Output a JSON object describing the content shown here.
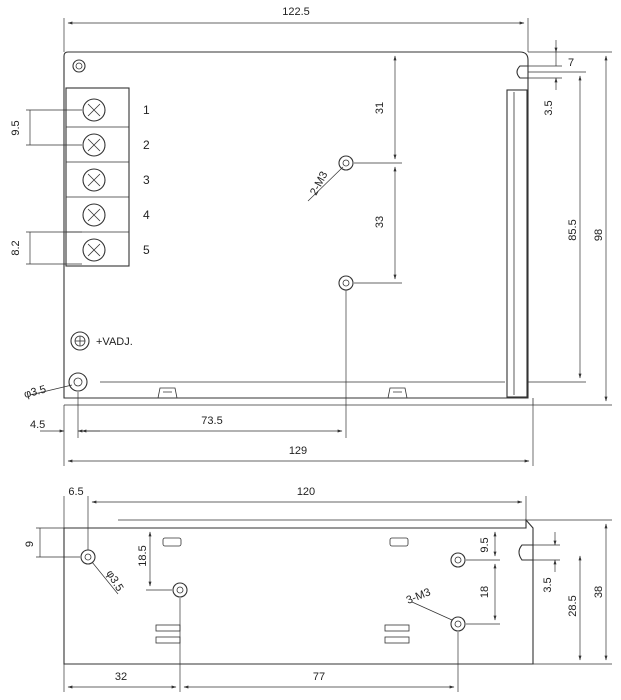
{
  "colors": {
    "line": "#333333",
    "background": "#ffffff"
  },
  "top_view": {
    "dims": {
      "overall_width": "122.5",
      "base_width": "129",
      "hole_offset_x": "4.5",
      "hole_to_screw_x": "73.5",
      "height_total": "98",
      "height_inner": "85.5",
      "slot_offset": "7",
      "slot_width": "3.5",
      "screw_top": "31",
      "screw_spacing": "33",
      "terminal_pitch": "9.5",
      "terminal_pitch_bottom": "8.2"
    },
    "terminals": [
      "1",
      "2",
      "3",
      "4",
      "5"
    ],
    "labels": {
      "screws": "2-M3",
      "hole": "φ3.5",
      "vadj": "+VADJ."
    }
  },
  "side_view": {
    "dims": {
      "width": "120",
      "hole_offset_x": "6.5",
      "hole_offset_y": "9",
      "screw_y": "18.5",
      "right_screw_top": "9.5",
      "right_screw_spacing": "18",
      "slot_width": "3.5",
      "height_inner": "28.5",
      "height_total": "38",
      "left_x": "32",
      "spacing_x": "77"
    },
    "labels": {
      "screws": "3-M3",
      "hole": "φ3.5"
    }
  }
}
